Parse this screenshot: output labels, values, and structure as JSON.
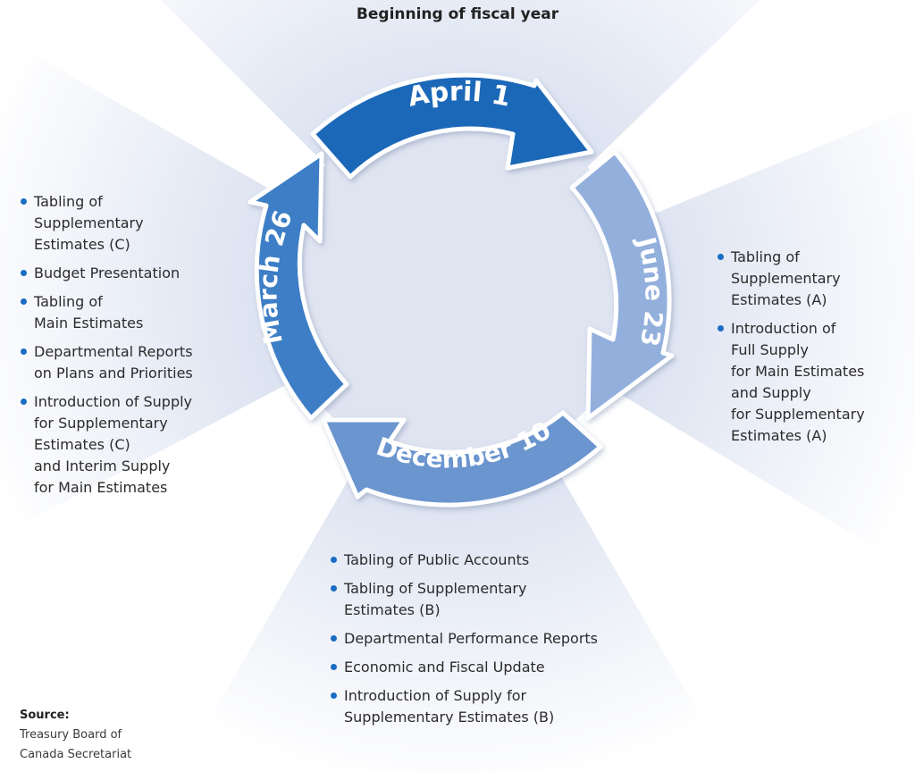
{
  "title": "Beginning of fiscal year",
  "colors": {
    "arrow_april": "#1c68b8",
    "arrow_june": "#93b0dd",
    "arrow_december": "#6a95cf",
    "arrow_march": "#3c7ec6",
    "bullet": "#1a6cc4",
    "background_tint": "#d6deef"
  },
  "cycle": {
    "arrows": [
      {
        "label": "April 1",
        "position": "top"
      },
      {
        "label": "June 23",
        "position": "right"
      },
      {
        "label": "December 10",
        "position": "bottom"
      },
      {
        "label": "March 26",
        "position": "left"
      }
    ]
  },
  "lists": {
    "left": {
      "items": [
        "Tabling of\nSupplementary\nEstimates (C)",
        "Budget Presentation",
        "Tabling of\nMain Estimates",
        "Departmental Reports\non Plans and Priorities",
        "Introduction of Supply\nfor Supplementary\nEstimates (C)\nand Interim Supply\nfor Main Estimates"
      ]
    },
    "right": {
      "items": [
        "Tabling of\nSupplementary\nEstimates (A)",
        "Introduction of\nFull Supply\nfor Main Estimates\nand Supply\nfor Supplementary\nEstimates (A)"
      ]
    },
    "bottom": {
      "items": [
        "Tabling of Public Accounts",
        "Tabling of Supplementary\nEstimates (B)",
        "Departmental Performance Reports",
        "Economic and Fiscal Update",
        "Introduction of Supply for\nSupplementary Estimates (B)"
      ]
    }
  },
  "source": {
    "heading": "Source:",
    "text": "Treasury Board of\nCanada Secretariat"
  }
}
